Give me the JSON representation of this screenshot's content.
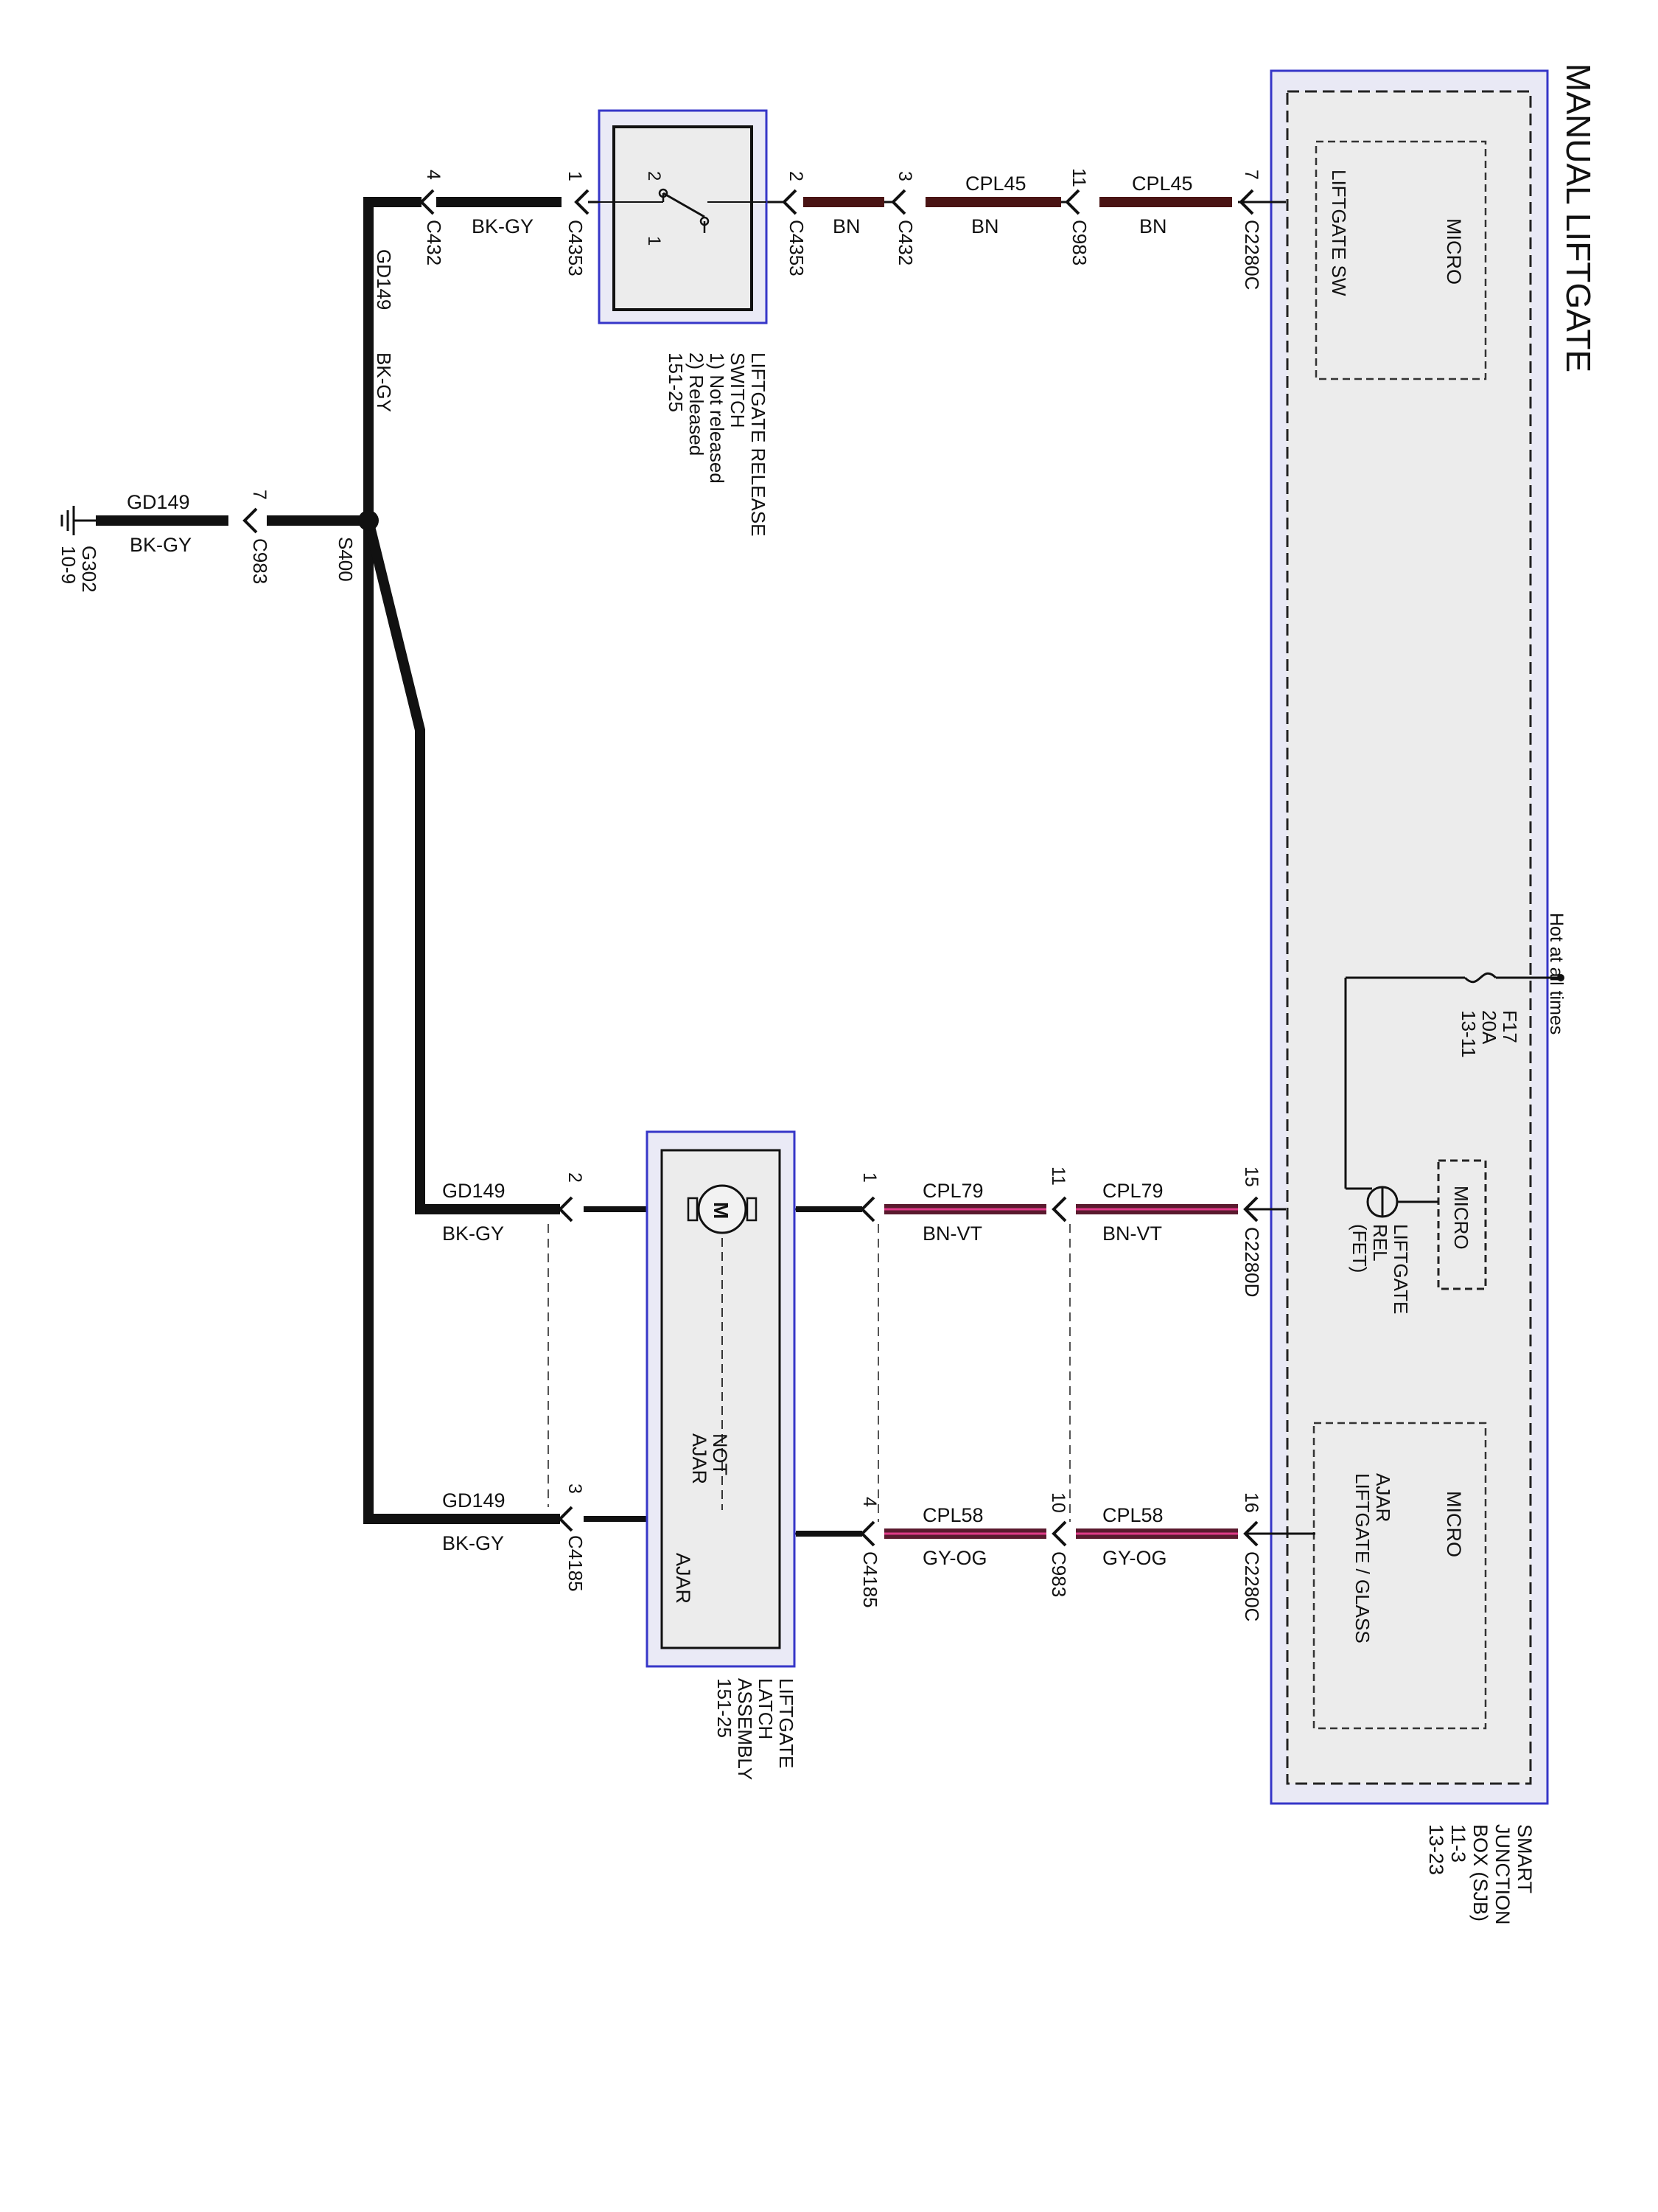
{
  "title": "MANUAL LIFTGATE",
  "sjb": {
    "label": [
      "SMART",
      "JUNCTION",
      "BOX (SJB)",
      "11-3",
      "13-23"
    ],
    "micro1_label": "MICRO",
    "micro1_sub": "LIFTGATE SW",
    "micro2_label": "MICRO",
    "rel_label": [
      "LIFTGATE",
      "REL",
      "(FET)"
    ],
    "micro3_label": "MICRO",
    "micro3_sub": [
      "LIFTGATE / GLASS",
      "AJAR"
    ]
  },
  "power": {
    "hot": "Hot at all times",
    "fuse": [
      "F17",
      "20A",
      "13-11"
    ]
  },
  "switch": {
    "label": [
      "LIFTGATE RELEASE",
      "SWITCH",
      "1) Not released",
      "2) Released",
      "151-25"
    ],
    "pin_a": "2",
    "pin_b": "1"
  },
  "latch": {
    "label": [
      "LIFTGATE",
      "LATCH",
      "ASSEMBLY",
      "151-25"
    ],
    "motor": "M",
    "not_ajar": [
      "NOT",
      "AJAR"
    ],
    "ajar": "AJAR"
  },
  "ground": {
    "splice": "S400",
    "gnd": "G302",
    "gnd_ref": "10-9"
  },
  "labels": {
    "n7": "7",
    "n3": "3",
    "n11": "11",
    "n2": "2",
    "n1": "1",
    "n4": "4",
    "n15": "15",
    "n16": "16",
    "n10": "10",
    "c2280c": "C2280C",
    "c2280d": "C2280D",
    "c983": "C983",
    "c432": "C432",
    "c4353": "C4353",
    "c4185": "C4185",
    "cpl45": "CPL45",
    "cpl79": "CPL79",
    "cpl58": "CPL58",
    "gd149": "GD149",
    "bn": "BN",
    "bnvt": "BN-VT",
    "gyog": "GY-OG",
    "bkgy": "BK-GY"
  }
}
